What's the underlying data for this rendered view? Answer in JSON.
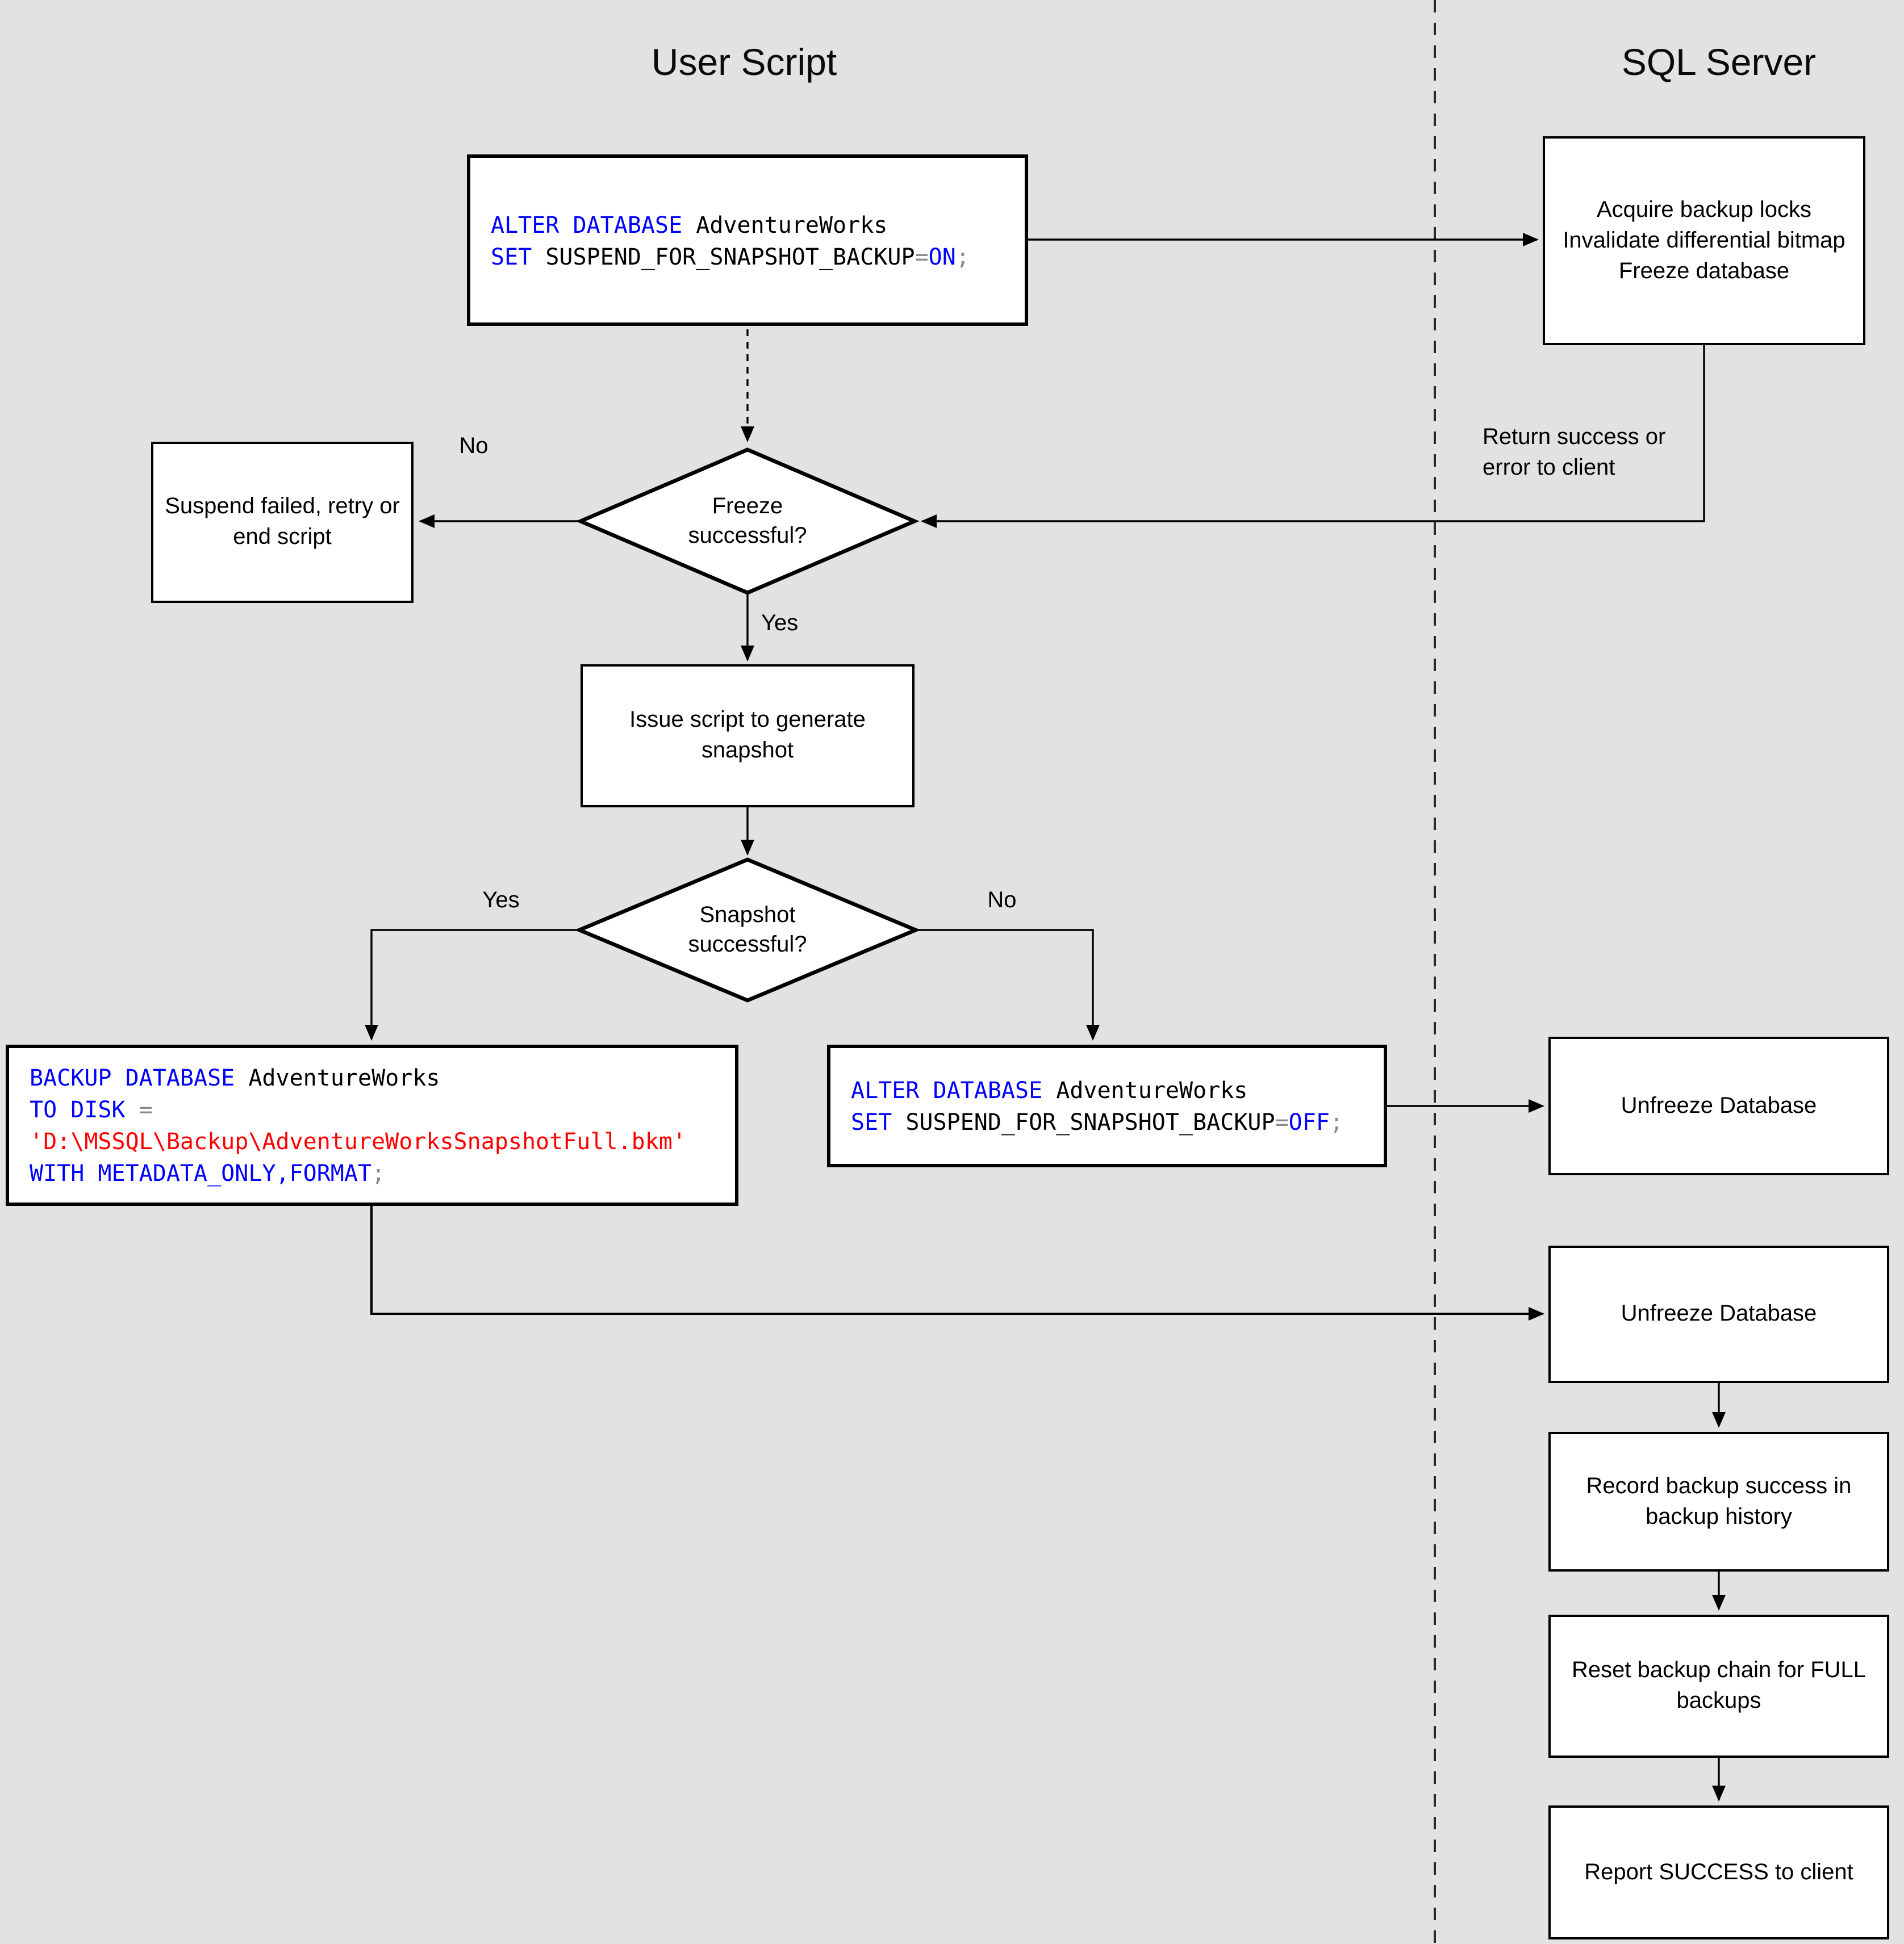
{
  "colors": {
    "keyword": "#0000ff",
    "identifier": "#000000",
    "operator": "#8a8a8a",
    "string": "#ff0000",
    "background": "#e2e2e2",
    "line": "#000000"
  },
  "titles": {
    "left": "User Script",
    "right": "SQL Server"
  },
  "labels": {
    "freeze_no": "No",
    "freeze_yes": "Yes",
    "snapshot_yes": "Yes",
    "snapshot_no": "No",
    "return_note": "Return success or error to client"
  },
  "nodes": {
    "alter_on": {
      "lines": [
        [
          "ALTER DATABASE",
          " AdventureWorks"
        ],
        [
          "SET",
          " SUSPEND_FOR_SNAPSHOT_BACKUP",
          "=",
          "ON",
          ";"
        ]
      ]
    },
    "acquire": {
      "lines": [
        "Acquire backup locks",
        "Invalidate differential bitmap",
        "Freeze database"
      ]
    },
    "freeze_q": {
      "text": "Freeze successful?"
    },
    "suspend": {
      "text": "Suspend failed, retry or end script"
    },
    "issue": {
      "text": "Issue script to generate snapshot"
    },
    "snapshot_q": {
      "text": "Snapshot successful?"
    },
    "backup": {
      "lines": [
        [
          "BACKUP DATABASE",
          " AdventureWorks"
        ],
        [
          "TO DISK",
          " ="
        ],
        [
          "'D:\\MSSQL\\Backup\\AdventureWorksSnapshotFull.bkm'"
        ],
        [
          "WITH METADATA_ONLY,FORMAT",
          ";"
        ]
      ]
    },
    "alter_off": {
      "lines": [
        [
          "ALTER DATABASE",
          " AdventureWorks"
        ],
        [
          "SET",
          " SUSPEND_FOR_SNAPSHOT_BACKUP",
          "=",
          "OFF",
          ";"
        ]
      ]
    },
    "unfreeze1": {
      "text": "Unfreeze Database"
    },
    "unfreeze2": {
      "text": "Unfreeze Database"
    },
    "record": {
      "text": "Record backup success in backup history"
    },
    "reset": {
      "text": "Reset backup chain for FULL backups"
    },
    "report": {
      "text": "Report SUCCESS to client"
    }
  }
}
